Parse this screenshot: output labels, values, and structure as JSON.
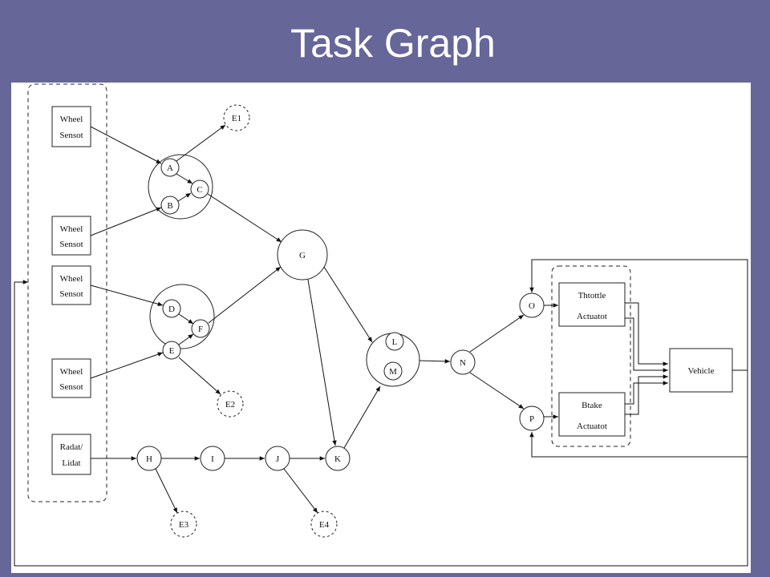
{
  "title": "Task Graph",
  "sensors": {
    "wheel1": [
      "Wheel",
      "Sensot"
    ],
    "wheel2": [
      "Wheel",
      "Sensot"
    ],
    "wheel3": [
      "Wheel",
      "Sensot"
    ],
    "wheel4": [
      "Wheel",
      "Sensot"
    ],
    "radar": [
      "Radat/",
      "Lidat"
    ]
  },
  "nodes": {
    "A": "A",
    "B": "B",
    "C": "C",
    "D": "D",
    "E": "E",
    "F": "F",
    "G": "G",
    "H": "H",
    "I": "I",
    "J": "J",
    "K": "K",
    "L": "L",
    "M": "M",
    "N": "N",
    "O": "O",
    "P": "P"
  },
  "error_nodes": {
    "E1": "E1",
    "E2": "E2",
    "E3": "E3",
    "E4": "E4"
  },
  "actuators": {
    "throttle": [
      "Thtottle",
      "Actuatot"
    ],
    "brake": [
      "Btake",
      "Actuatot"
    ]
  },
  "vehicle": "Vehicle"
}
